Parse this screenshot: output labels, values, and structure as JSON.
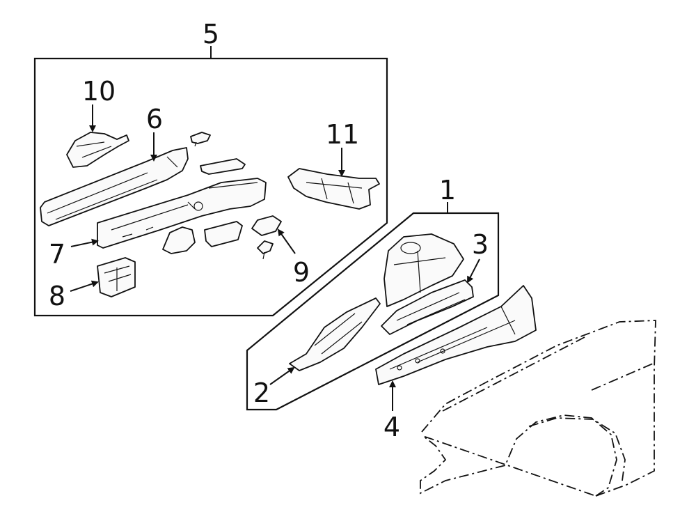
{
  "callouts": [
    {
      "id": "1",
      "label": "1"
    },
    {
      "id": "2",
      "label": "2"
    },
    {
      "id": "3",
      "label": "3"
    },
    {
      "id": "4",
      "label": "4"
    },
    {
      "id": "5",
      "label": "5"
    },
    {
      "id": "6",
      "label": "6"
    },
    {
      "id": "7",
      "label": "7"
    },
    {
      "id": "8",
      "label": "8"
    },
    {
      "id": "9",
      "label": "9"
    },
    {
      "id": "10",
      "label": "10"
    },
    {
      "id": "11",
      "label": "11"
    }
  ],
  "colors": {
    "line": "#111111",
    "fill": "#fafafa",
    "background": "#ffffff"
  }
}
